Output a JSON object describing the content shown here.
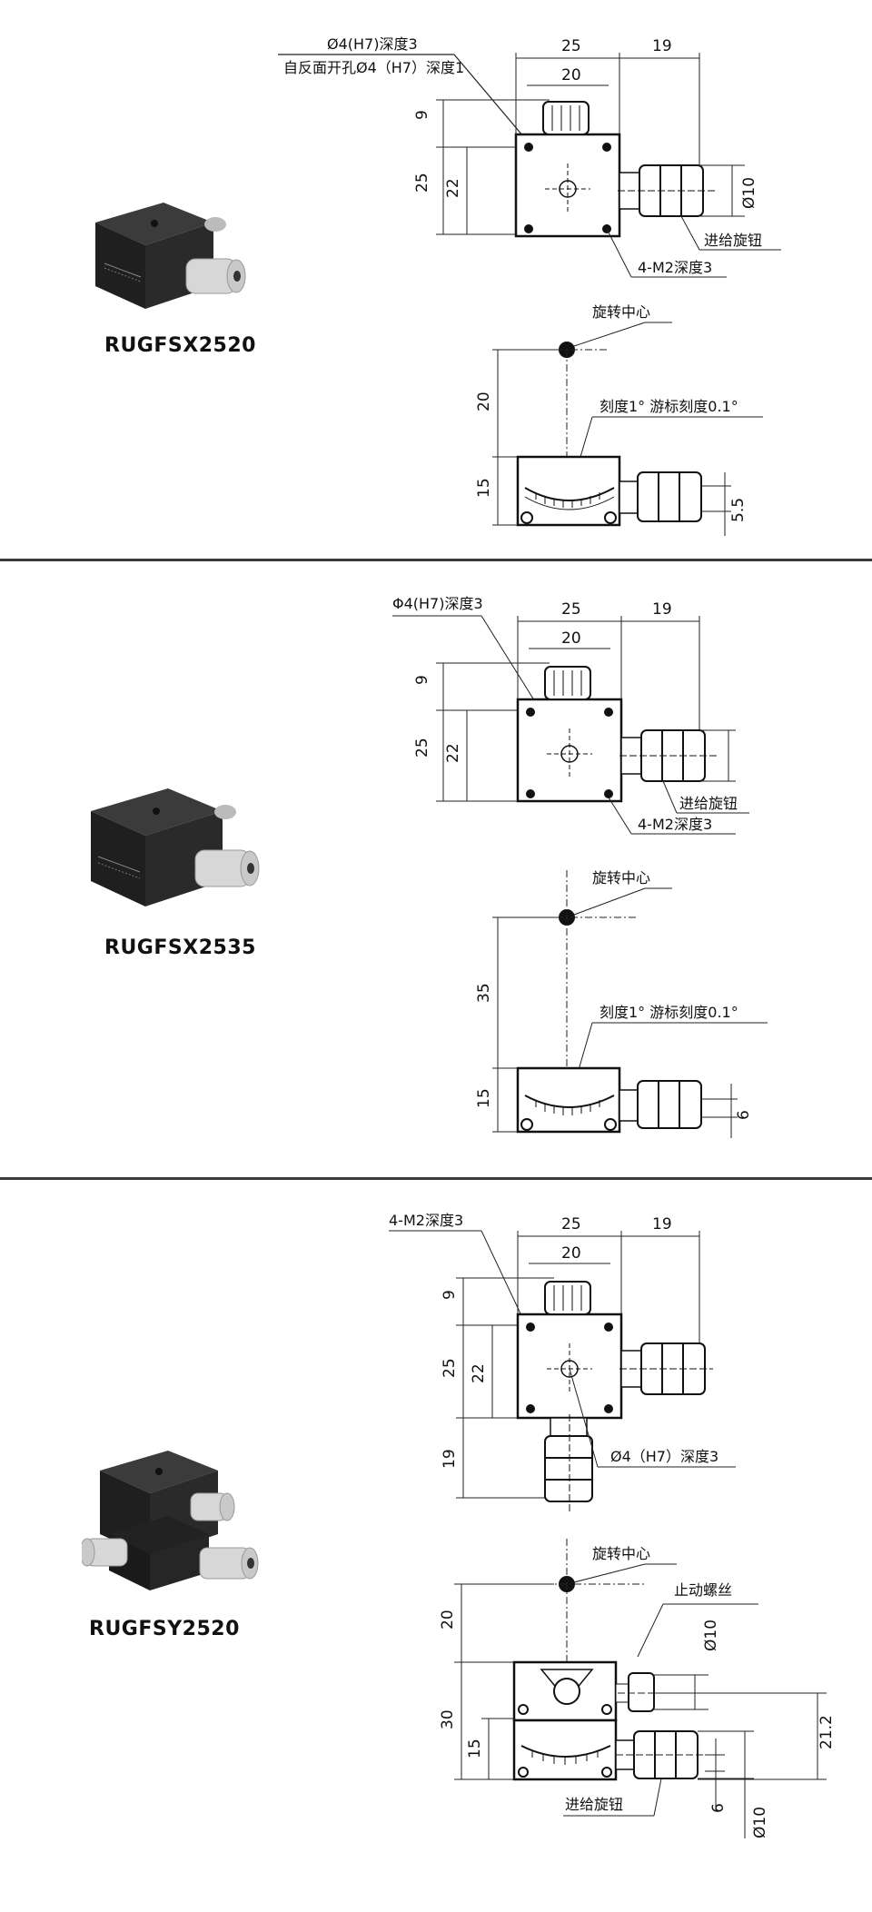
{
  "products": [
    {
      "model": "RUGFSX2520",
      "top_view": {
        "hole_note_1": "Ø4(H7)深度3",
        "hole_note_2": "自反面开孔Ø4（H7）深度1",
        "dim_width": "25",
        "dim_knob": "19",
        "dim_inner": "20",
        "dim_top": "9",
        "dim_height": "25",
        "dim_inner_h": "22",
        "dim_knob_dia": "Ø10",
        "label_knob": "进给旋钮",
        "label_screw": "4-M2深度3"
      },
      "side_view": {
        "label_center": "旋转中心",
        "dim_center": "20",
        "label_scale": "刻度1°  游标刻度0.1°",
        "dim_height": "15",
        "dim_offset": "5.5"
      }
    },
    {
      "model": "RUGFSX2535",
      "top_view": {
        "hole_note_1": "Φ4(H7)深度3",
        "dim_width": "25",
        "dim_knob": "19",
        "dim_inner": "20",
        "dim_top": "9",
        "dim_height": "25",
        "dim_inner_h": "22",
        "label_knob": "进给旋钮",
        "label_screw": "4-M2深度3"
      },
      "side_view": {
        "label_center": "旋转中心",
        "dim_center": "35",
        "label_scale": "刻度1°  游标刻度0.1°",
        "dim_height": "15",
        "dim_offset": "6"
      }
    },
    {
      "model": "RUGFSY2520",
      "top_view": {
        "label_screw": "4-M2深度3",
        "dim_width": "25",
        "dim_knob": "19",
        "dim_inner": "20",
        "dim_top": "9",
        "dim_height": "25",
        "dim_inner_h": "22",
        "dim_bottom_knob": "19",
        "hole_note": "Ø4（H7）深度3"
      },
      "side_view": {
        "label_center": "旋转中心",
        "label_lock": "止动螺丝",
        "dim_center": "20",
        "dim_total": "30",
        "dim_lower": "15",
        "dim_lock_dia": "Ø10",
        "dim_lock_h": "21.2",
        "dim_offset": "6",
        "dim_knob_dia": "Ø10",
        "label_knob": "进给旋钮"
      }
    }
  ]
}
